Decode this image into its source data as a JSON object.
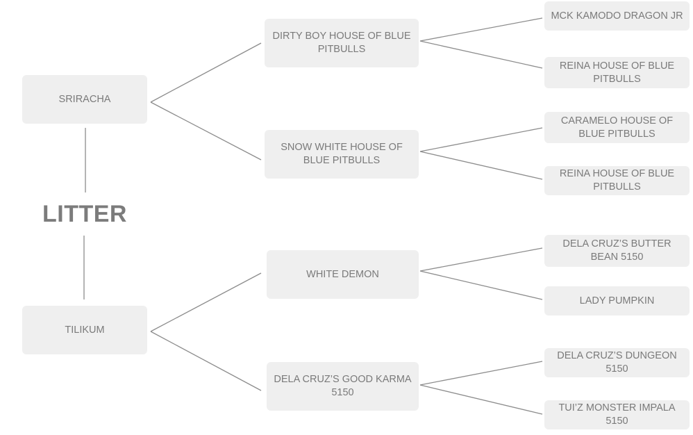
{
  "title": "LITTER",
  "sire": {
    "name": "SRIRACHA",
    "sire": {
      "name": "DIRTY BOY HOUSE OF BLUE PITBULLS",
      "sire": "MCK KAMODO DRAGON JR",
      "dam": "REINA HOUSE OF BLUE PITBULLS"
    },
    "dam": {
      "name": "SNOW WHITE HOUSE OF BLUE PITBULLS",
      "sire": "CARAMELO HOUSE OF BLUE PITBULLS",
      "dam": "REINA HOUSE OF BLUE PITBULLS"
    }
  },
  "dam": {
    "name": "TILIKUM",
    "sire": {
      "name": "WHITE DEMON",
      "sire": "DELA CRUZ’S BUTTER BEAN 5150",
      "dam": "LADY PUMPKIN"
    },
    "dam": {
      "name": "DELA CRUZ’S GOOD KARMA 5150",
      "sire": "DELA CRUZ’S DUNGEON 5150",
      "dam": "TUI’Z MONSTER IMPALA 5150"
    }
  },
  "colors": {
    "box": "#efefef",
    "text": "#7a7a7a",
    "line": "#8c8c8c"
  }
}
